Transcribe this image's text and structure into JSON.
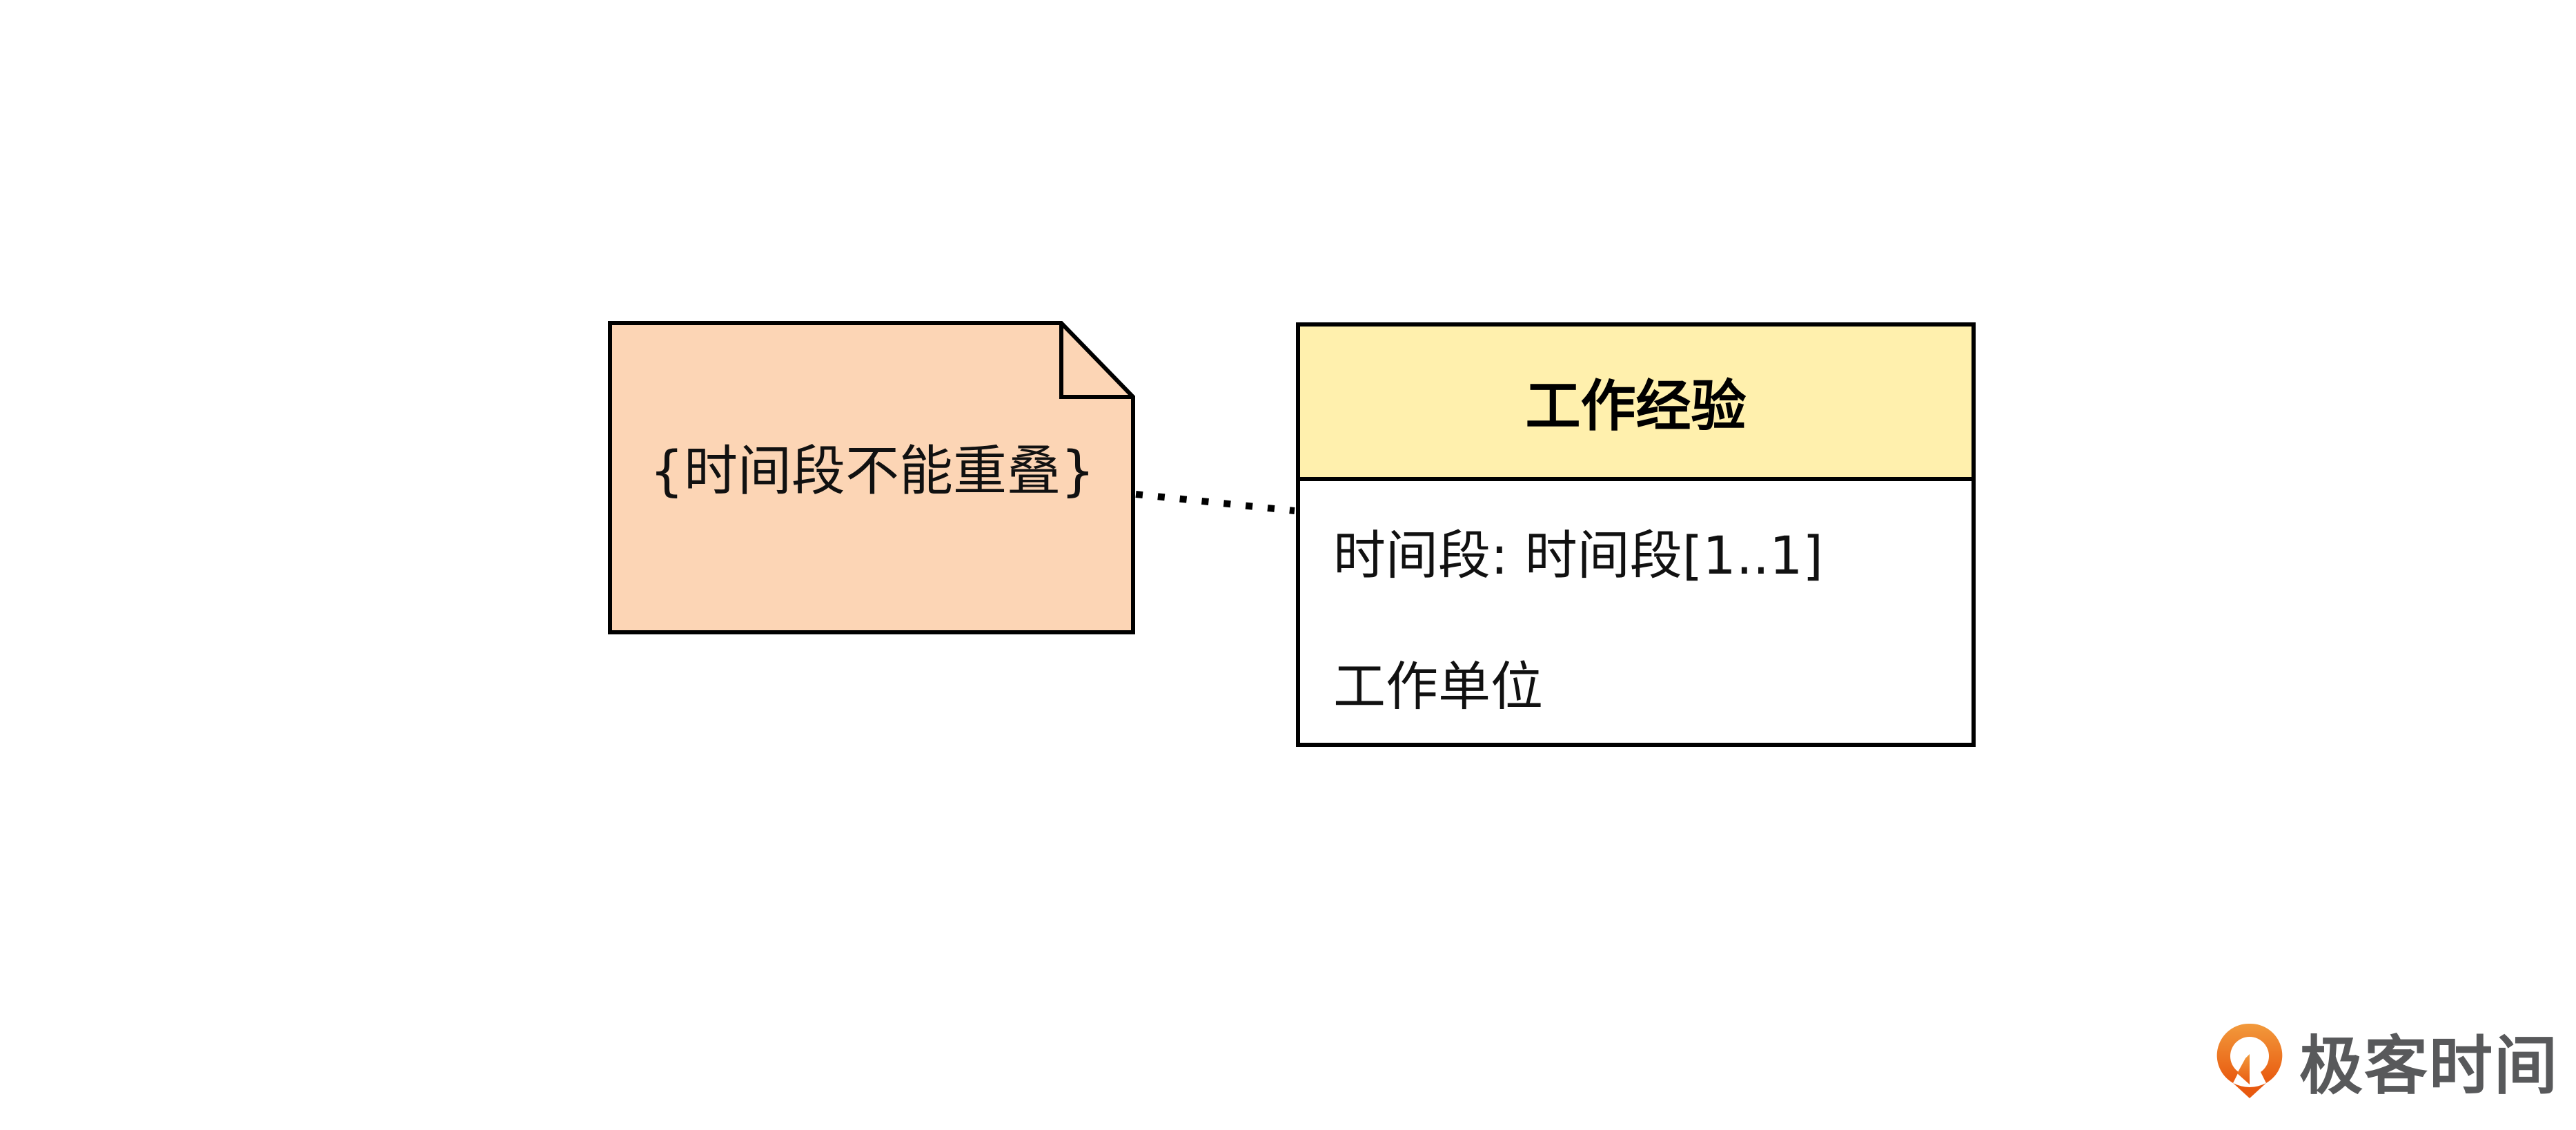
{
  "note": {
    "text": "{时间段不能重叠}"
  },
  "class_box": {
    "title": "工作经验",
    "attributes": [
      "时间段: 时间段[1..1]",
      "工作单位"
    ]
  },
  "logo": {
    "text": "极客时间"
  },
  "colors": {
    "note_fill": "#fcd5b5",
    "class_header": "#fff0ad",
    "logo_orange": "#ec6b1a",
    "logo_gray": "#58595b"
  }
}
